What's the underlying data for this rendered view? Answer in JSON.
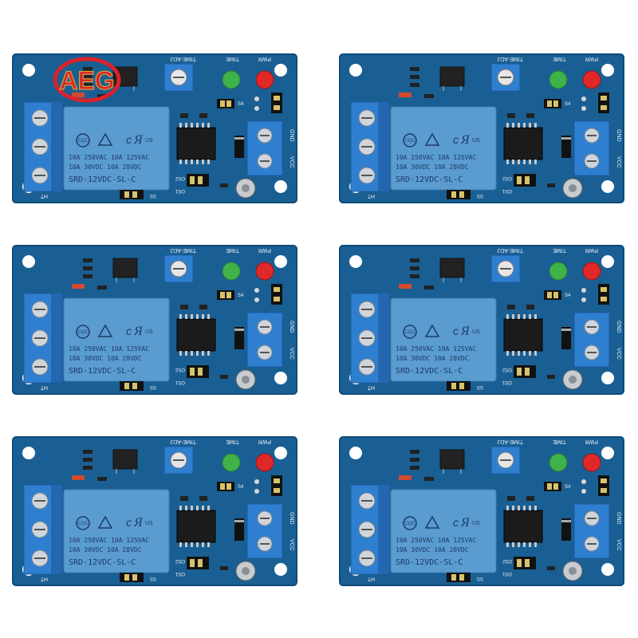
{
  "product": {
    "boards": [
      {
        "id": 1,
        "has_logo": true
      },
      {
        "id": 2,
        "has_logo": false
      },
      {
        "id": 3,
        "has_logo": false
      },
      {
        "id": 4,
        "has_logo": false
      },
      {
        "id": 5,
        "has_logo": false
      },
      {
        "id": 6,
        "has_logo": false
      }
    ]
  },
  "labels": {
    "time_adj": "TIME-ADJ",
    "time": "TIME",
    "pwr": "PWR",
    "s4": "S4",
    "gnd": "GND",
    "vcc": "VCC",
    "os2": "OS2",
    "os1": "OS1",
    "ss": "SS",
    "ht": "HT",
    "relay_us": "US",
    "relay_line1": "10A 250VAC  10A 125VAC",
    "relay_line2": "10A  30VDC  10A  28VDC",
    "relay_model": "SRD-12VDC-SL-C",
    "cqc": "CQC"
  },
  "logo": {
    "text": "AEG"
  },
  "colors": {
    "pcb": "#1a5f93",
    "pcb_edge": "#0e4a7a",
    "relay": "#5a9bd0",
    "terminal": "#2f7fd0",
    "led_green": "#3fb24a",
    "led_red": "#e02828",
    "logo_red": "#d8232a",
    "logo_gold": "#d8a23a"
  }
}
